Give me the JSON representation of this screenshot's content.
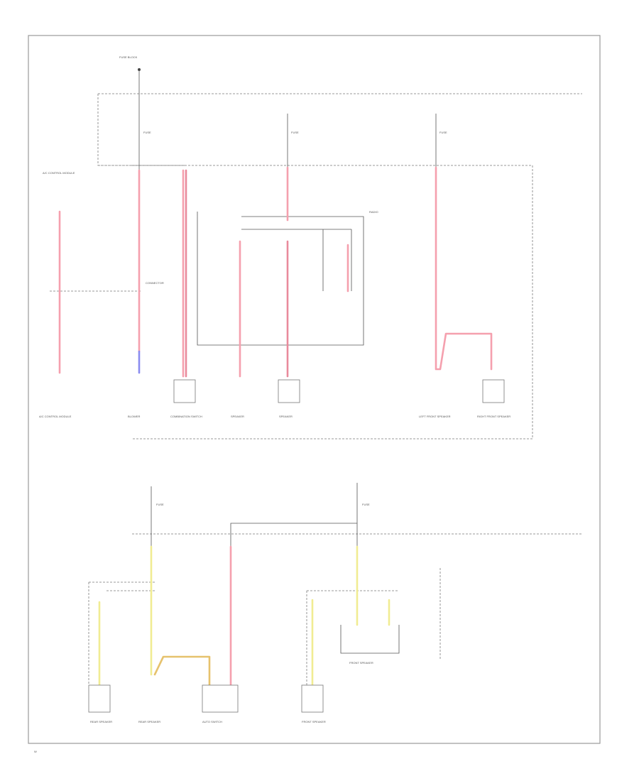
{
  "labels": {
    "top_fuse_box": "FUSE BLOCK",
    "fuse_1": "FUSE",
    "fuse_2": "FUSE",
    "fuse_3": "FUSE",
    "left_module": "A/C CONTROL MODULE",
    "left_bottom": "A/C CONTROL MODULE",
    "radio_mod": "RADIO",
    "junction_label": "CONNECTOR",
    "bottom_1": "BLOWER",
    "bottom_2": "COMBINATION SWITCH",
    "bottom_3": "SPEAKER",
    "bottom_4": "SPEAKER",
    "bottom_5": "LEFT FRONT SPEAKER",
    "bottom_6": "RIGHT FRONT SPEAKER",
    "lower_fuse_1": "FUSE",
    "lower_fuse_2": "FUSE",
    "lower_b1": "REAR SPEAKER",
    "lower_b2": "REAR SPEAKER",
    "lower_b3": "AUTO SWITCH",
    "lower_b4": "FRONT SPEAKER",
    "lower_note": "FRONT SPEAKER",
    "corner_tag": "W"
  },
  "colors": {
    "wire_pink": "#f5a0ae",
    "wire_blue": "#8a8cf0",
    "wire_yellow": "#f1ec92",
    "wire_orange": "#e6c26d",
    "frame": "#9a9a9a"
  }
}
